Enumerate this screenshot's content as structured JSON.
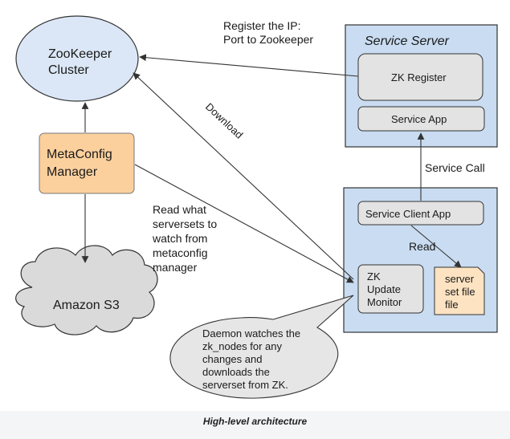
{
  "nodes": {
    "zookeeper": [
      "ZooKeeper",
      "Cluster"
    ],
    "metaconfig": [
      "MetaConfig",
      "Manager"
    ],
    "s3": [
      "Amazon S3"
    ],
    "service_server_title": "Service Server",
    "zk_register": "ZK Register",
    "service_app": "Service App",
    "service_client_app": "Service Client App",
    "zk_update_monitor": [
      "ZK",
      "Update",
      "Monitor"
    ],
    "server_set_file": [
      "server",
      "set file",
      "file"
    ]
  },
  "edges": {
    "register_ip": [
      "Register the IP:",
      "Port to Zookeeper"
    ],
    "download": "Download",
    "service_call": "Service Call",
    "read": "Read",
    "read_what": [
      "Read what",
      "serversets to",
      "watch from",
      "metaconfig",
      "manager"
    ]
  },
  "callout": [
    "Daemon watches the",
    "zk_nodes for any",
    "changes and",
    "downloads the",
    "serverset from ZK."
  ],
  "caption": "High-level architecture",
  "colors": {
    "node_blue": "#dbe7f6",
    "container_blue": "#c9dcf1",
    "orange": "#fbd09d",
    "gray_box": "#e3e3e3",
    "cloud": "#dadada",
    "file": "#fde3c2",
    "callout": "#e6e6e6"
  }
}
